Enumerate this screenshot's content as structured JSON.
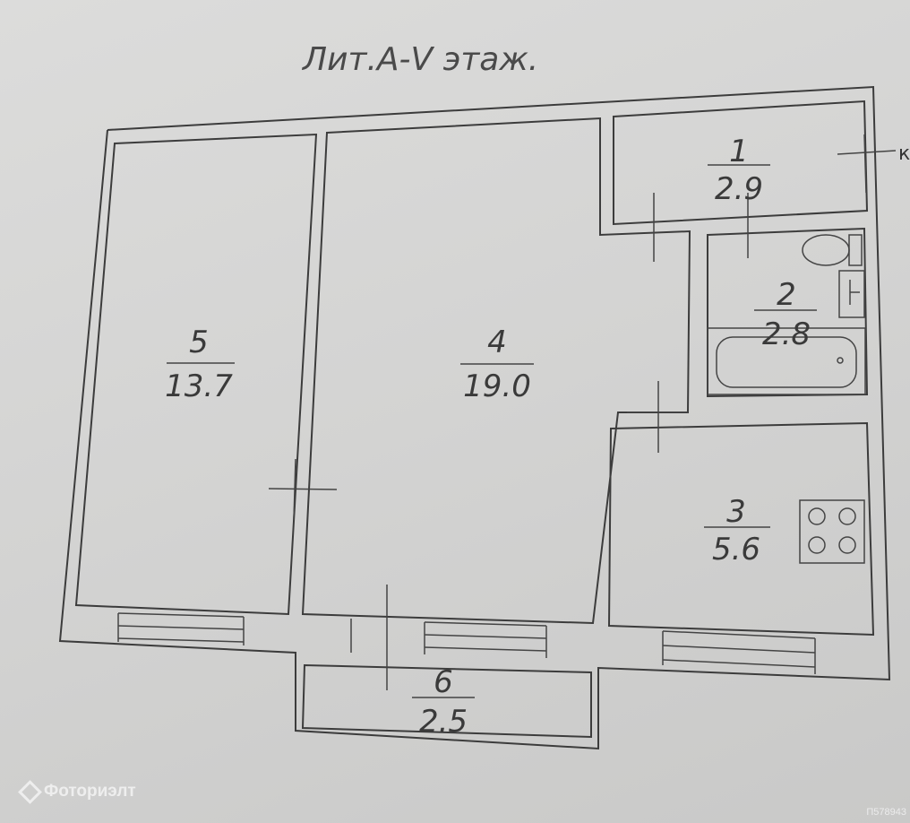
{
  "title": "Лит.А-V этаж.",
  "rooms": [
    {
      "number": "1",
      "area": "2.9"
    },
    {
      "number": "2",
      "area": "2.8"
    },
    {
      "number": "3",
      "area": "5.6"
    },
    {
      "number": "4",
      "area": "19.0"
    },
    {
      "number": "5",
      "area": "13.7"
    },
    {
      "number": "6",
      "area": "2.5"
    }
  ],
  "edge_marker": "к",
  "watermark": {
    "brand": "Фоториэлт",
    "id": "П578943"
  }
}
